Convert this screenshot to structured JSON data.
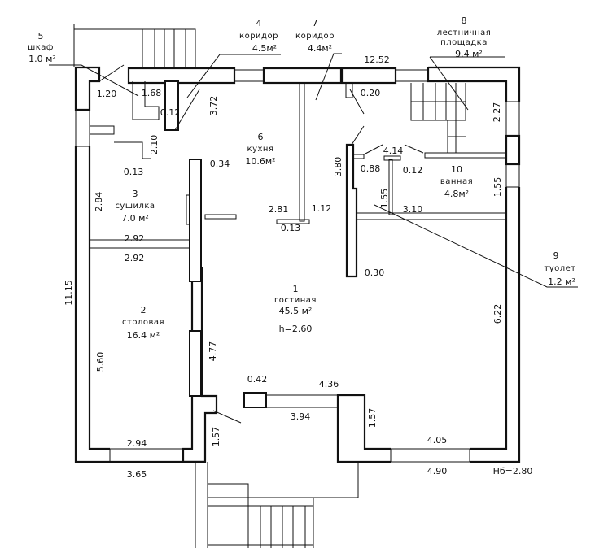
{
  "rooms": [
    {
      "num": "1",
      "name": "гостиная",
      "area": "45.5 м²",
      "extra": "h=2.60"
    },
    {
      "num": "2",
      "name": "столовая",
      "area": "16.4 м²"
    },
    {
      "num": "3",
      "name": "сушилка",
      "area": "7.0 м²"
    },
    {
      "num": "4",
      "name": "коридор",
      "area": "4.5м²"
    },
    {
      "num": "5",
      "name": "шкаф",
      "area": "1.0 м²"
    },
    {
      "num": "6",
      "name": "кухня",
      "area": "10.6м²"
    },
    {
      "num": "7",
      "name": "коридор",
      "area": "4.4м²"
    },
    {
      "num": "8",
      "name": "лестничная",
      "name2": "площадка",
      "area": "9.4 м²"
    },
    {
      "num": "9",
      "name": "туолет",
      "area": "1.2 м²"
    },
    {
      "num": "10",
      "name": "ванная",
      "area": "4.8м²"
    }
  ],
  "dims": [
    "1.20",
    "1.68",
    "0.12",
    "3.72",
    "2.10",
    "0.13",
    "0.34",
    "2.84",
    "2.92",
    "2.92",
    "11.15",
    "2.81",
    "0.13",
    "1.12",
    "12.52",
    "0.20",
    "2.27",
    "3.80",
    "4.14",
    "0.88",
    "0.12",
    "1.55",
    "3.10",
    "1.55",
    "0.30",
    "6.22",
    "5.60",
    "4.77",
    "0.42",
    "4.36",
    "3.94",
    "1.57",
    "1.57",
    "2.94",
    "4.05",
    "3.65",
    "4.90"
  ],
  "building_height": "Hб=2.80"
}
